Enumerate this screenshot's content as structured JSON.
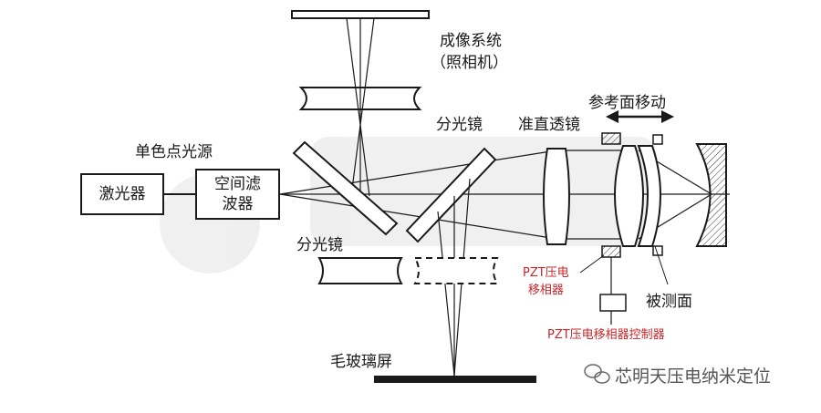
{
  "labels": {
    "imaging_system_line1": "成像系统",
    "imaging_system_line2": "（照相机）",
    "reference_move": "参考面移动",
    "beam_splitter_top": "分光镜",
    "collimator": "准直透镜",
    "point_source": "单色点光源",
    "laser": "激光器",
    "spatial_filter_line1": "空间滤",
    "spatial_filter_line2": "波器",
    "beam_splitter_left": "分光镜",
    "pzt_line1": "PZT压电",
    "pzt_line2": "移相器",
    "surface_under_test": "被测面",
    "pzt_controller": "PZT压电移相器控制器",
    "frosted_screen": "毛玻璃屏"
  },
  "watermark": {
    "text": "芯明天压电纳米定位",
    "icon": "wechat-icon"
  },
  "colors": {
    "line": "#1a1a1a",
    "accent_red": "#c8262a",
    "watermark_faint": "#f0f0f0"
  }
}
